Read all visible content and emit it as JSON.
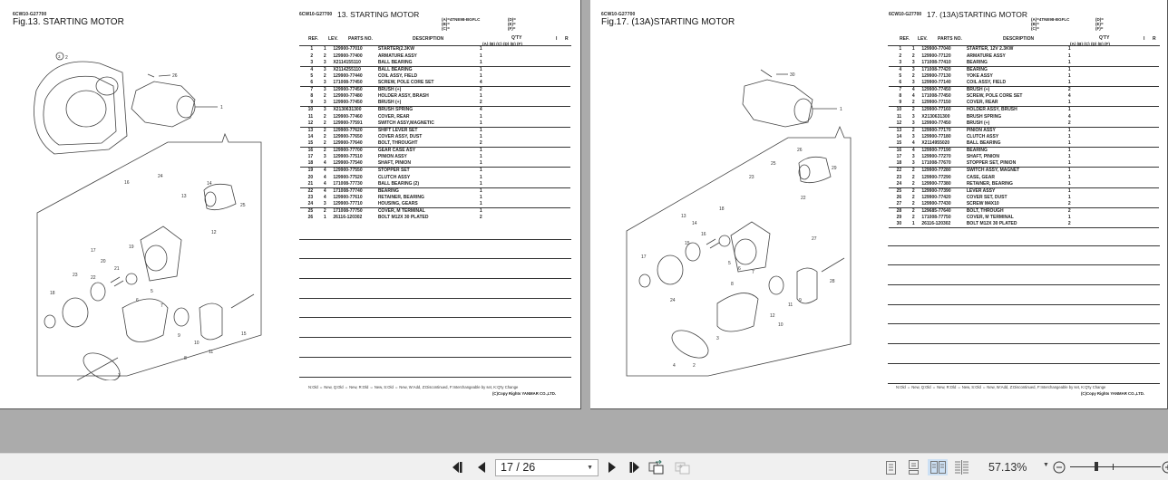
{
  "viewer": {
    "background": "#ababab",
    "pages": [
      {
        "side": "left",
        "drawing_code": "6CW10-G27700",
        "figure_title": "Fig.13.  STARTING MOTOR",
        "list_code": "6CW10-G27700",
        "list_title": "13.  STARTING MOTOR",
        "model_block_left": "(A)=4TNE98-BGFLC\n(B)=\n(C)=",
        "model_block_right": "(D)=\n(E)=\n(F)=",
        "columns": {
          "ref": "REF.",
          "lev": "LEV.",
          "parts_no": "PARTS NO.",
          "description": "DESCRIPTION",
          "qty": "Q'TY",
          "qty_sub": "(A)   (B)   (C)   (D)   (E)   (F)",
          "i": "I",
          "r": "R"
        },
        "rows": [
          {
            "ref": "1",
            "lev": "1",
            "pno": "129900-77010",
            "desc": "STARTER(2.3KW",
            "qty": "1"
          },
          {
            "ref": "2",
            "lev": "2",
            "pno": "129900-77400",
            "desc": "ARMATURE ASSY",
            "qty": "1"
          },
          {
            "ref": "3",
            "lev": "3",
            "pno": "X2114155110",
            "desc": "BALL BEARING",
            "qty": "1"
          },
          {
            "ref": "4",
            "lev": "3",
            "pno": "X2114255110",
            "desc": "BALL BEARING",
            "qty": "1"
          },
          {
            "ref": "5",
            "lev": "2",
            "pno": "129900-77440",
            "desc": "COIL ASSY, FIELD",
            "qty": "1"
          },
          {
            "ref": "6",
            "lev": "3",
            "pno": "171008-77450",
            "desc": "SCREW, POLE CORE SET",
            "qty": "4"
          },
          {
            "ref": "7",
            "lev": "3",
            "pno": "129900-77450",
            "desc": "BRUSH (+)",
            "qty": "2"
          },
          {
            "ref": "8",
            "lev": "2",
            "pno": "129900-77480",
            "desc": "HOLDER ASSY, BRASH",
            "qty": "1"
          },
          {
            "ref": "9",
            "lev": "3",
            "pno": "129900-77450",
            "desc": "BRUSH (+)",
            "qty": "2"
          },
          {
            "ref": "10",
            "lev": "3",
            "pno": "X2130631300",
            "desc": "BRUSH SPRING",
            "qty": "4"
          },
          {
            "ref": "11",
            "lev": "2",
            "pno": "129900-77460",
            "desc": "COVER, REAR",
            "qty": "1"
          },
          {
            "ref": "12",
            "lev": "2",
            "pno": "129900-77591",
            "desc": "SWITCH ASSY,MAGNETIC",
            "qty": "1"
          },
          {
            "ref": "13",
            "lev": "2",
            "pno": "129900-77620",
            "desc": "SHIFT LEVER SET",
            "qty": "1"
          },
          {
            "ref": "14",
            "lev": "2",
            "pno": "129900-77650",
            "desc": "COVER ASSY, DUST",
            "qty": "1"
          },
          {
            "ref": "15",
            "lev": "2",
            "pno": "129900-77640",
            "desc": "BOLT, THROUGHT",
            "qty": "2"
          },
          {
            "ref": "16",
            "lev": "2",
            "pno": "129900-77700",
            "desc": "GEAR CASE ASY",
            "qty": "1"
          },
          {
            "ref": "17",
            "lev": "3",
            "pno": "129900-77510",
            "desc": "PINION ASSY",
            "qty": "1"
          },
          {
            "ref": "18",
            "lev": "4",
            "pno": "129900-77540",
            "desc": "SHAFT, PINION",
            "qty": "1"
          },
          {
            "ref": "19",
            "lev": "4",
            "pno": "129900-77550",
            "desc": "STOPPER SET",
            "qty": "1"
          },
          {
            "ref": "20",
            "lev": "4",
            "pno": "129900-77520",
            "desc": "CLUTCH ASSY",
            "qty": "1"
          },
          {
            "ref": "21",
            "lev": "4",
            "pno": "171008-77730",
            "desc": "BALL BEARING (2)",
            "qty": "1"
          },
          {
            "ref": "22",
            "lev": "4",
            "pno": "171008-77740",
            "desc": "BEARING",
            "qty": "1"
          },
          {
            "ref": "23",
            "lev": "4",
            "pno": "129900-77610",
            "desc": "RETAINER, BEARING",
            "qty": "1"
          },
          {
            "ref": "24",
            "lev": "3",
            "pno": "129900-77710",
            "desc": "HOUSING, GEARS",
            "qty": "1"
          },
          {
            "ref": "25",
            "lev": "2",
            "pno": "171008-77750",
            "desc": "COVER, M TERMINAL",
            "qty": "1"
          },
          {
            "ref": "26",
            "lev": "1",
            "pno": "26116-120302",
            "desc": "BOLT M12X 30 PLATED",
            "qty": "2"
          }
        ],
        "legend": "N:Old ⇔ New,  Q:Old ⇔ New,  R:Old ⇔ New,  S:Old ⇔ New,  W:Add,  Z:Discontinued,  F:Interchangeable by set,  K:Q'ty Change",
        "copyright": "(C)Copy Rights YANMAR CO.,LTD."
      },
      {
        "side": "right",
        "drawing_code": "6CW10-G27700",
        "figure_title": "Fig.17.  (13A)STARTING MOTOR",
        "list_code": "6CW10-G27700",
        "list_title": "17.  (13A)STARTING MOTOR",
        "model_block_left": "(A)=4TNE98-BGFLC\n(B)=\n(C)=",
        "model_block_right": "(D)=\n(E)=\n(F)=",
        "columns": {
          "ref": "REF.",
          "lev": "LEV.",
          "parts_no": "PARTS NO.",
          "description": "DESCRIPTION",
          "qty": "Q'TY",
          "qty_sub": "(A)   (B)   (C)   (D)   (E)   (F)",
          "i": "I",
          "r": "R"
        },
        "rows": [
          {
            "ref": "1",
            "lev": "1",
            "pno": "129900-77040",
            "desc": "STARTER, 12V 2.3KW",
            "qty": "1"
          },
          {
            "ref": "2",
            "lev": "2",
            "pno": "129900-77120",
            "desc": "ARMATURE ASSY",
            "qty": "1"
          },
          {
            "ref": "3",
            "lev": "3",
            "pno": "171008-77410",
            "desc": "BEARING",
            "qty": "1"
          },
          {
            "ref": "4",
            "lev": "3",
            "pno": "171008-77420",
            "desc": "BEARING",
            "qty": "1"
          },
          {
            "ref": "5",
            "lev": "2",
            "pno": "129900-77130",
            "desc": "YOKE ASSY",
            "qty": "1"
          },
          {
            "ref": "6",
            "lev": "3",
            "pno": "129900-77140",
            "desc": "COIL ASSY, FIELD",
            "qty": "1"
          },
          {
            "ref": "7",
            "lev": "4",
            "pno": "129900-77450",
            "desc": "BRUSH (+)",
            "qty": "2"
          },
          {
            "ref": "8",
            "lev": "4",
            "pno": "171008-77450",
            "desc": "SCREW, POLE CORE SET",
            "qty": "4"
          },
          {
            "ref": "9",
            "lev": "2",
            "pno": "129900-77150",
            "desc": "COVER, REAR",
            "qty": "1"
          },
          {
            "ref": "10",
            "lev": "2",
            "pno": "129900-77160",
            "desc": "HOLDER ASSY, BRUSH",
            "qty": "1"
          },
          {
            "ref": "11",
            "lev": "3",
            "pno": "X2130631300",
            "desc": "BRUSH SPRING",
            "qty": "4"
          },
          {
            "ref": "12",
            "lev": "3",
            "pno": "129900-77450",
            "desc": "BRUSH (+)",
            "qty": "2"
          },
          {
            "ref": "13",
            "lev": "2",
            "pno": "129900-77170",
            "desc": "PINION ASSY",
            "qty": "1"
          },
          {
            "ref": "14",
            "lev": "3",
            "pno": "129900-77180",
            "desc": "CLUTCH ASSY",
            "qty": "1"
          },
          {
            "ref": "15",
            "lev": "4",
            "pno": "X2114955020",
            "desc": "BALL BEARING",
            "qty": "1"
          },
          {
            "ref": "16",
            "lev": "4",
            "pno": "129900-77190",
            "desc": "BEARING",
            "qty": "1"
          },
          {
            "ref": "17",
            "lev": "3",
            "pno": "129900-77270",
            "desc": "SHAFT, PINION",
            "qty": "1"
          },
          {
            "ref": "18",
            "lev": "3",
            "pno": "171008-77670",
            "desc": "STOPPER SET, PINION",
            "qty": "1"
          },
          {
            "ref": "22",
            "lev": "2",
            "pno": "129900-77280",
            "desc": "SWITCH ASSY, MAGNET",
            "qty": "1"
          },
          {
            "ref": "23",
            "lev": "2",
            "pno": "129900-77290",
            "desc": "CASE, GEAR",
            "qty": "1"
          },
          {
            "ref": "24",
            "lev": "2",
            "pno": "129900-77380",
            "desc": "RETAINER, BEARING",
            "qty": "1"
          },
          {
            "ref": "25",
            "lev": "2",
            "pno": "129900-77390",
            "desc": "LEVER ASSY",
            "qty": "1"
          },
          {
            "ref": "26",
            "lev": "2",
            "pno": "129900-77420",
            "desc": "COVER SET, DUST",
            "qty": "1"
          },
          {
            "ref": "27",
            "lev": "2",
            "pno": "129900-77430",
            "desc": "SCREW M4X10",
            "qty": "2"
          },
          {
            "ref": "28",
            "lev": "2",
            "pno": "129685-77640",
            "desc": "BOLT, THROUGH",
            "qty": "2"
          },
          {
            "ref": "29",
            "lev": "2",
            "pno": "171008-77750",
            "desc": "COVER, M TERMINAL",
            "qty": "1"
          },
          {
            "ref": "30",
            "lev": "1",
            "pno": "26116-120302",
            "desc": "BOLT M12X 30 PLATED",
            "qty": "2"
          }
        ],
        "legend": "N:Old ⇔ New,  Q:Old ⇔ New,  R:Old ⇔ New,  S:Old ⇔ New,  W:Add,  Z:Discontinued,  F:Interchangeable by set,  K:Q'ty Change",
        "copyright": "(C)Copy Rights YANMAR CO.,LTD."
      }
    ]
  },
  "toolbar": {
    "first_page_icon": "first-page-icon",
    "prev_page_icon": "previous-page-icon",
    "page_indicator": "17 / 26",
    "next_page_icon": "next-page-icon",
    "last_page_icon": "last-page-icon",
    "rotate_left_icon": "rotate-view-icon",
    "rotate_right_icon": "rotate-view-disabled-icon",
    "view_modes": [
      "single-page",
      "continuous",
      "facing",
      "continuous-facing"
    ],
    "active_view_mode": "facing",
    "zoom_level": "57.13%",
    "zoom_out_icon": "zoom-out-icon",
    "zoom_in_icon": "zoom-in-icon",
    "accent": "#cce0f4"
  }
}
